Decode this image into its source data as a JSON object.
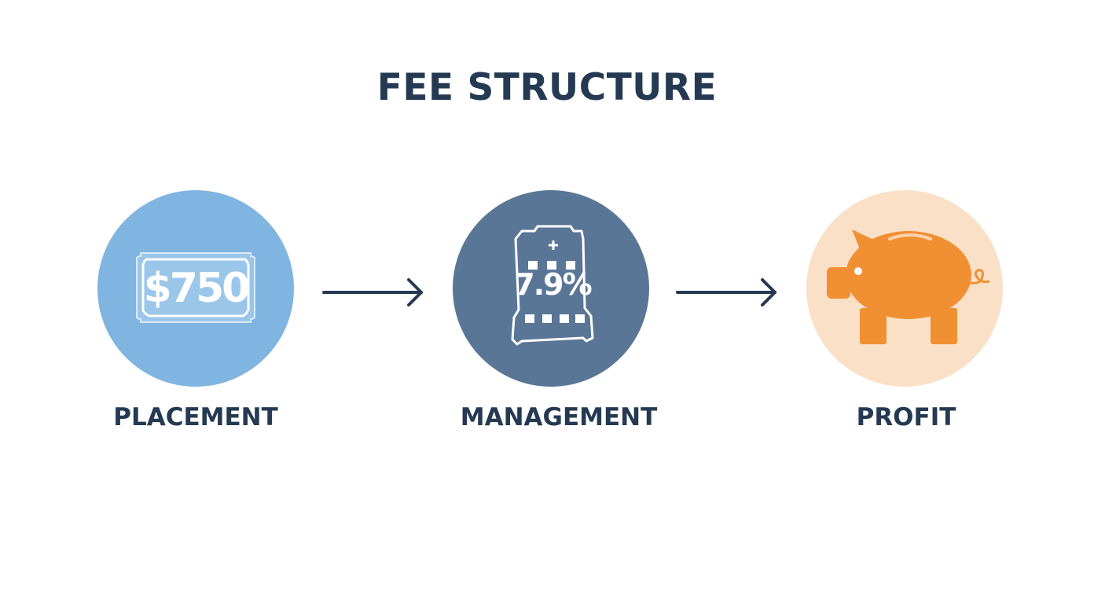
{
  "title": "FEE STRUCTURE",
  "steps": [
    {
      "label": "PLACEMENT",
      "icon": "dollar-bill-icon",
      "icon_text": "$750",
      "circle_color": "#7fb5e0"
    },
    {
      "label": "MANAGEMENT",
      "icon": "percent-calculator-icon",
      "icon_text": "7.9%",
      "circle_color": "#5a7697"
    },
    {
      "label": "PROFIT",
      "icon": "piggy-bank-icon",
      "circle_color": "#fbe0c8",
      "icon_color": "#f09033"
    }
  ],
  "arrow_color": "#253a52",
  "text_color": "#253a52"
}
